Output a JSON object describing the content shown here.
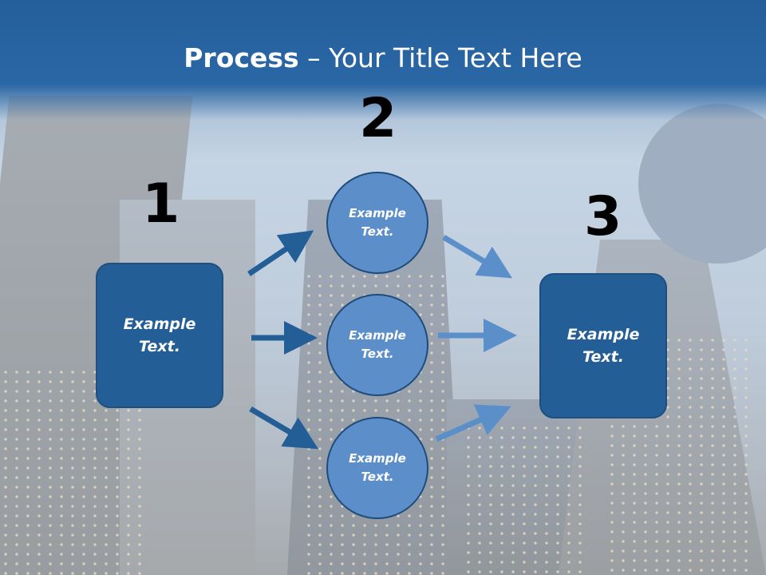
{
  "title": {
    "bold": "Process",
    "rest": " – Your Title Text Here"
  },
  "numbers": {
    "one": "1",
    "two": "2",
    "three": "3"
  },
  "boxes": {
    "left": "Example\nText.",
    "right": "Example\nText."
  },
  "circles": {
    "top": "Example\nText.",
    "middle": "Example\nText.",
    "bottom": "Example\nText."
  },
  "colors": {
    "title_band": "#2a67a5",
    "box_fill": "#245e97",
    "circle_fill": "#5c8fca",
    "arrow_dark": "#245e97",
    "arrow_light": "#5b8fca"
  }
}
